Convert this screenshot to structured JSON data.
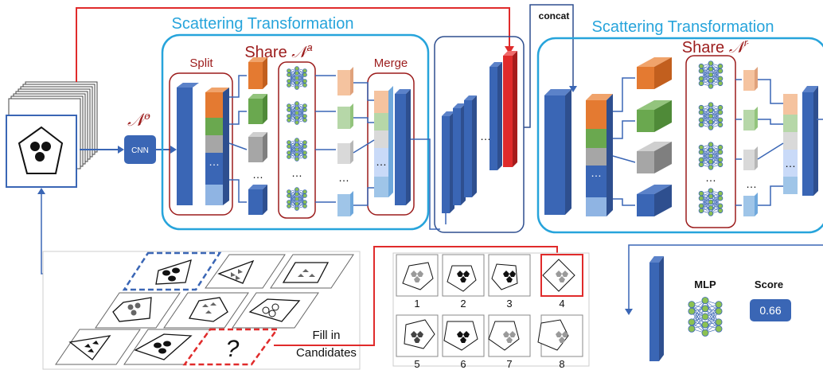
{
  "colors": {
    "blue": "#3a66b5",
    "blue_dark": "#2e4f8f",
    "cyan": "#27a4db",
    "red": "#e02b2b",
    "dark_red": "#9c1c1c",
    "orange": "#e47a31",
    "green": "#6aa84f",
    "gray": "#a6a6a6",
    "light_blue": "#8fb4e3",
    "node_green": "#8cc152"
  },
  "labels": {
    "scattering_left": "Scattering Transformation",
    "scattering_right": "Scattering Transformation",
    "share_left": "Share",
    "share_left_sym": "𝒩",
    "share_left_sup": "a",
    "share_right": "Share",
    "share_right_sym": "𝒩",
    "share_right_sup": "r",
    "split": "Split",
    "merge": "Merge",
    "n_o_sym": "𝒩",
    "n_o_sup": "o",
    "cnn": "CNN",
    "concat": "concat",
    "mlp": "MLP",
    "score_title": "Score",
    "score_value": "0.66",
    "fill_in": "Fill in",
    "candidates": "Candidates",
    "ellipsis": "…",
    "question": "?"
  },
  "candidates": [
    "1",
    "2",
    "3",
    "4",
    "5",
    "6",
    "7",
    "8"
  ]
}
